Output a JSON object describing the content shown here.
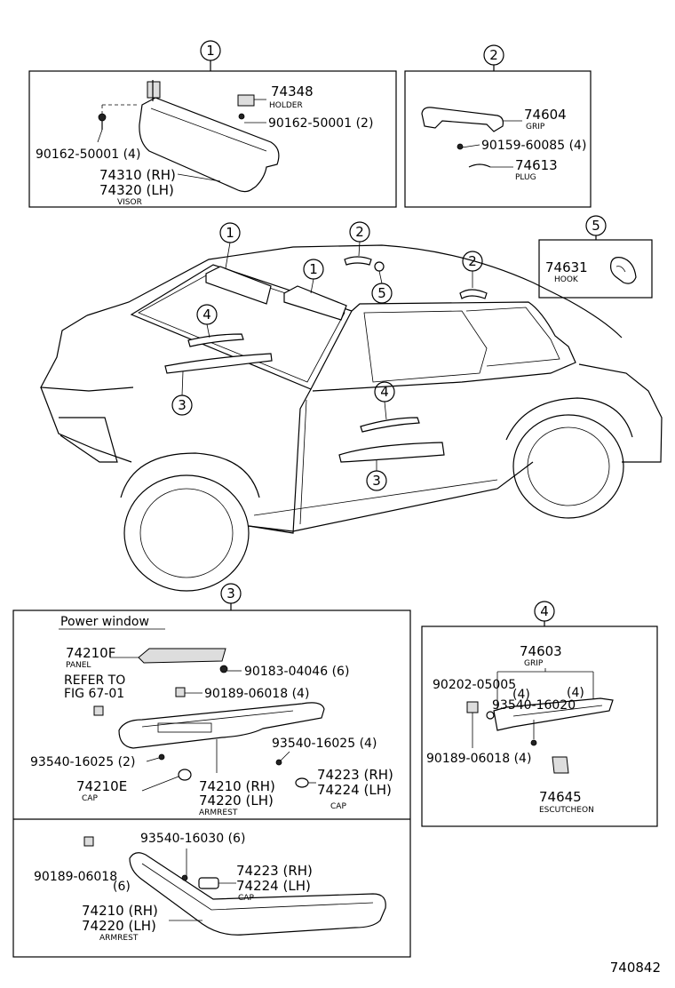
{
  "sec1": {
    "callout": "1",
    "holder_pn": "74348",
    "holder_name": "HOLDER",
    "screw_right": "90162-50001 (2)",
    "screw_left": "90162-50001 (4)",
    "visor_rh": "74310 (RH)",
    "visor_lh": "74320 (LH)",
    "visor_name": "VISOR"
  },
  "sec2": {
    "callout": "2",
    "grip_pn": "74604",
    "grip_name": "GRIP",
    "screw": "90159-60085 (4)",
    "plug_pn": "74613",
    "plug_name": "PLUG"
  },
  "sec5": {
    "callout": "5",
    "hook_pn": "74631",
    "hook_name": "HOOK"
  },
  "car_callouts": {
    "c1": "1",
    "c2": "2",
    "c3": "3",
    "c4": "4",
    "c5": "5"
  },
  "sec3": {
    "callout": "3",
    "power_window": "Power window",
    "panel_pn": "74210F",
    "panel_name": "PANEL",
    "screw_a": "90183-04046 (6)",
    "refer_1": "REFER TO",
    "refer_2": "FIG 67-01",
    "clip_a": "90189-06018 (4)",
    "screw_b": "93540-16025 (4)",
    "screw_c": "93540-16025 (2)",
    "cap_rh": "74223 (RH)",
    "cap_lh": "74224 (LH)",
    "cap_name": "CAP",
    "cap2_pn": "74210E",
    "cap2_name": "CAP",
    "arm_rh": "74210 (RH)",
    "arm_lh": "74220 (LH)",
    "arm_name": "ARMREST",
    "screw_d": "93540-16030 (6)",
    "clip_b": "90189-06018",
    "clip_b_qty": "(6)",
    "cap3_rh": "74223 (RH)",
    "cap3_lh": "74224 (LH)",
    "cap3_name": "CAP",
    "arm2_rh": "74210 (RH)",
    "arm2_lh": "74220 (LH)",
    "arm2_name": "ARMREST"
  },
  "sec4": {
    "callout": "4",
    "grip_pn": "74603",
    "grip_name": "GRIP",
    "screw_a": "90202-05005",
    "screw_a_qty": "(4)",
    "screw_b_qty": "(4)",
    "screw_b": "93540-16020",
    "clip": "90189-06018 (4)",
    "esc_pn": "74645",
    "esc_name": "ESCUTCHEON"
  },
  "fig_number": "740842"
}
